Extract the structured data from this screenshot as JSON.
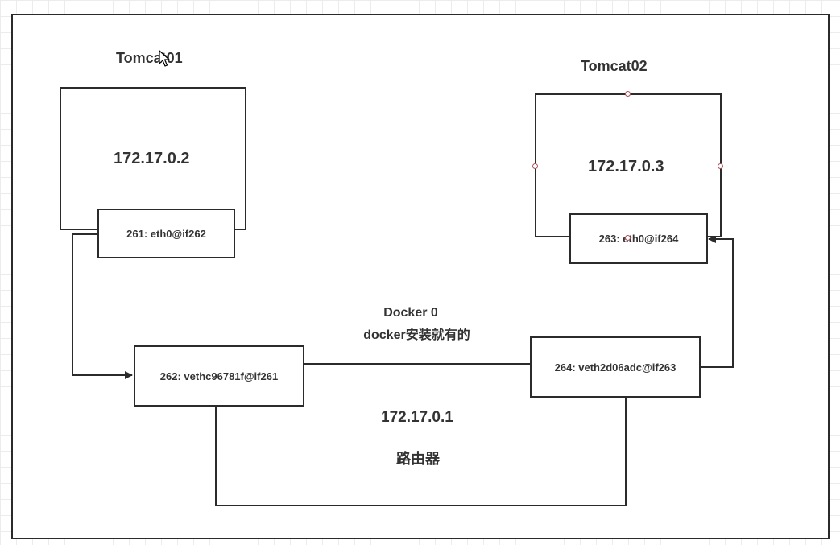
{
  "tomcat01": {
    "title": "Tomcat01",
    "ip": "172.17.0.2",
    "interface": "261: eth0@if262"
  },
  "tomcat02": {
    "title": "Tomcat02",
    "ip": "172.17.0.3",
    "interface": "263: eth0@if264"
  },
  "bridge": {
    "name": "Docker 0",
    "note": "docker安装就有的",
    "ip": "172.17.0.1",
    "role": "路由器",
    "veth_left": "262: vethc96781f@if261",
    "veth_right": "264: veth2d06adc@if263"
  },
  "colors": {
    "stroke": "#2b2b2b",
    "text": "#333333",
    "selection_handle": "#b0505a",
    "grid": "#ececec"
  },
  "icons": {
    "cursor": "mouse-pointer-icon"
  }
}
